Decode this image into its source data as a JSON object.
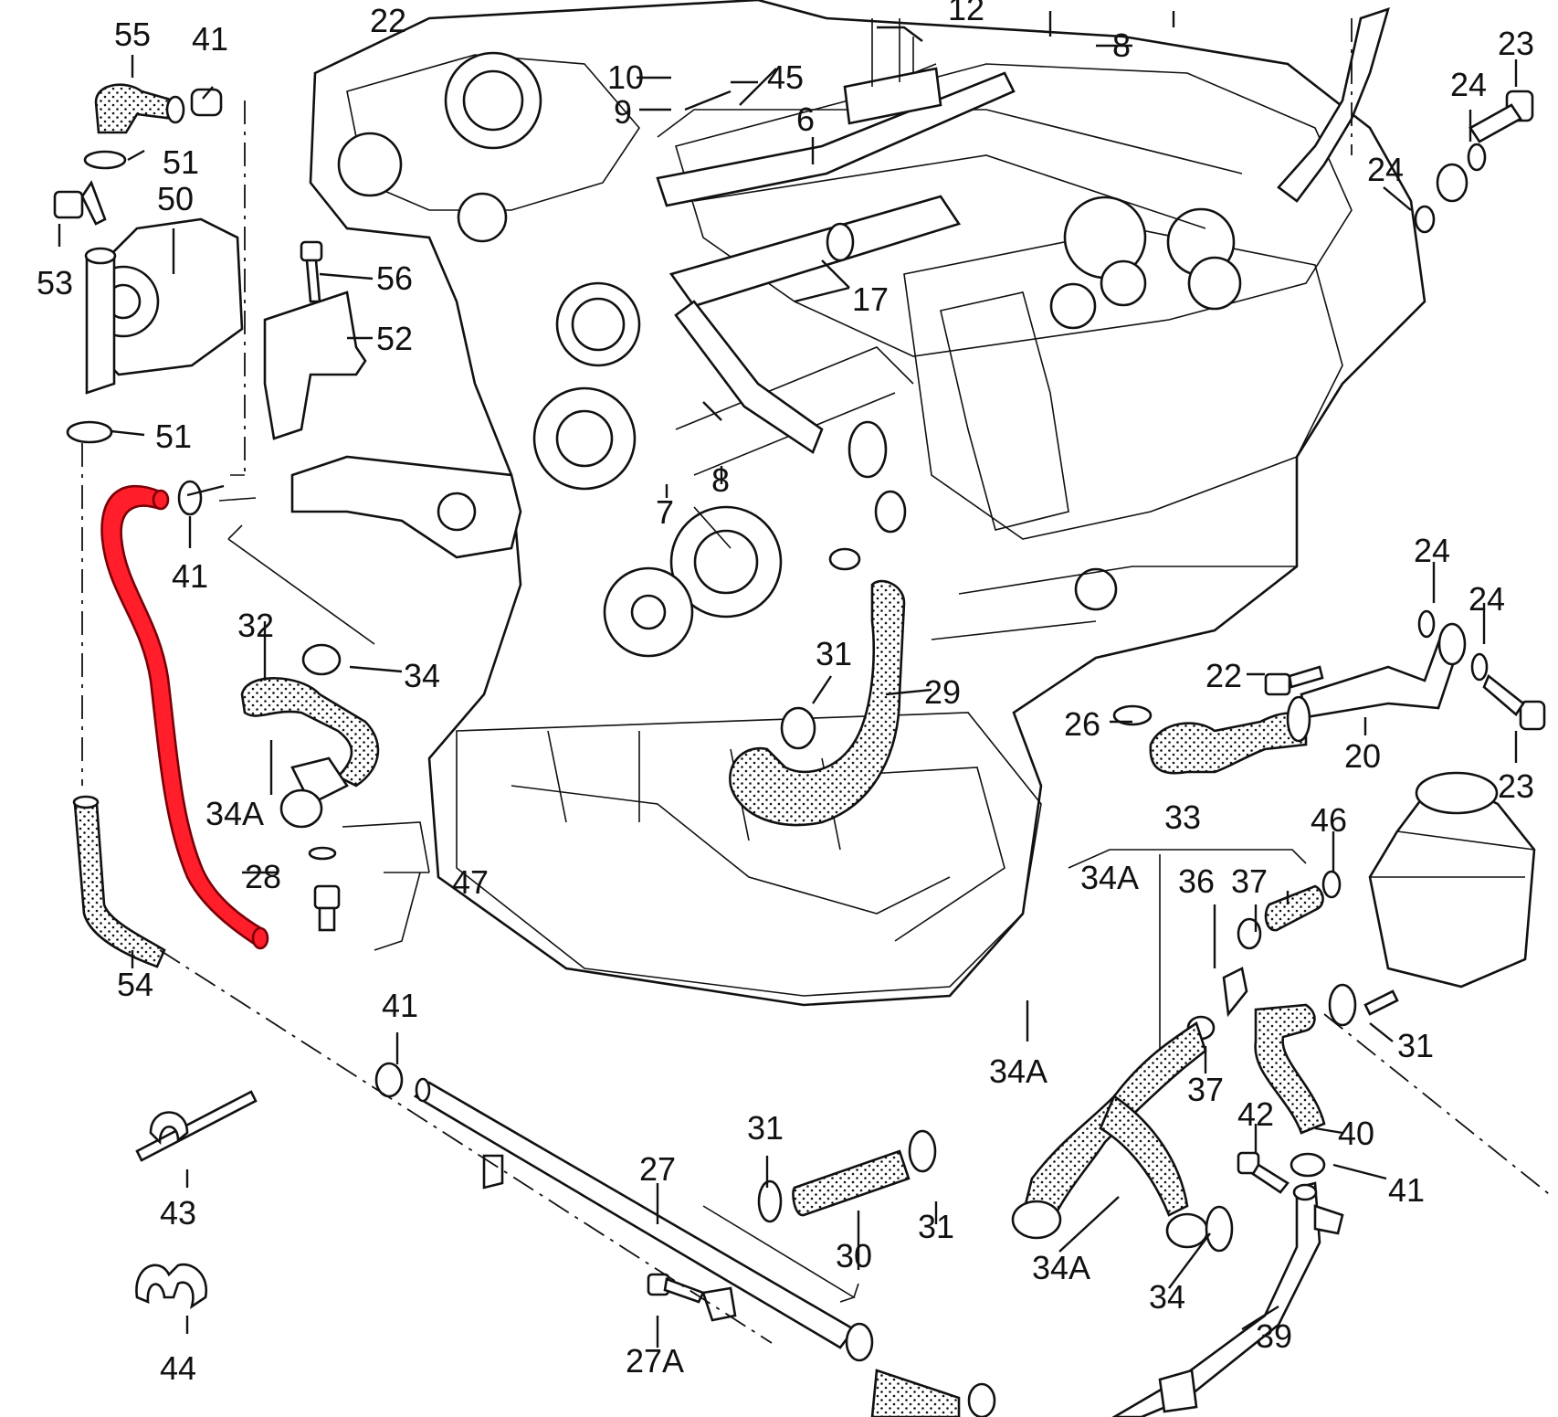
{
  "diagram": {
    "highlight_color": "#ff1e2a",
    "highlighted_part": "28",
    "labels": [
      {
        "key": "l22a",
        "text": "22"
      },
      {
        "key": "l12",
        "text": "12"
      },
      {
        "key": "l55",
        "text": "55"
      },
      {
        "key": "l41a",
        "text": "41"
      },
      {
        "key": "l10",
        "text": "10"
      },
      {
        "key": "l45",
        "text": "45"
      },
      {
        "key": "l8a",
        "text": "8"
      },
      {
        "key": "l23a",
        "text": "23"
      },
      {
        "key": "l9",
        "text": "9"
      },
      {
        "key": "l6",
        "text": "6"
      },
      {
        "key": "l24a",
        "text": "24"
      },
      {
        "key": "l51a",
        "text": "51"
      },
      {
        "key": "l50",
        "text": "50"
      },
      {
        "key": "l24b",
        "text": "24"
      },
      {
        "key": "l53",
        "text": "53"
      },
      {
        "key": "l56",
        "text": "56"
      },
      {
        "key": "l17",
        "text": "17"
      },
      {
        "key": "l52",
        "text": "52"
      },
      {
        "key": "l51b",
        "text": "51"
      },
      {
        "key": "l8b",
        "text": "8"
      },
      {
        "key": "l7",
        "text": "7"
      },
      {
        "key": "l41b",
        "text": "41"
      },
      {
        "key": "l24c",
        "text": "24"
      },
      {
        "key": "l24d",
        "text": "24"
      },
      {
        "key": "l32",
        "text": "32"
      },
      {
        "key": "l34a",
        "text": "34"
      },
      {
        "key": "l31a",
        "text": "31"
      },
      {
        "key": "l29",
        "text": "29"
      },
      {
        "key": "l22b",
        "text": "22"
      },
      {
        "key": "l26",
        "text": "26"
      },
      {
        "key": "l34A1",
        "text": "34A"
      },
      {
        "key": "l20",
        "text": "20"
      },
      {
        "key": "l23b",
        "text": "23"
      },
      {
        "key": "l28",
        "text": "28"
      },
      {
        "key": "l33",
        "text": "33"
      },
      {
        "key": "l46",
        "text": "46"
      },
      {
        "key": "l47",
        "text": "47"
      },
      {
        "key": "l34A2",
        "text": "34A"
      },
      {
        "key": "l36",
        "text": "36"
      },
      {
        "key": "l37a",
        "text": "37"
      },
      {
        "key": "l54",
        "text": "54"
      },
      {
        "key": "l41c",
        "text": "41"
      },
      {
        "key": "l31b",
        "text": "31"
      },
      {
        "key": "l34A3",
        "text": "34A"
      },
      {
        "key": "l37b",
        "text": "37"
      },
      {
        "key": "l42",
        "text": "42"
      },
      {
        "key": "l40",
        "text": "40"
      },
      {
        "key": "l41d",
        "text": "41"
      },
      {
        "key": "l31c",
        "text": "31"
      },
      {
        "key": "l43",
        "text": "43"
      },
      {
        "key": "l27",
        "text": "27"
      },
      {
        "key": "l31d",
        "text": "31"
      },
      {
        "key": "l30",
        "text": "30"
      },
      {
        "key": "l34A4",
        "text": "34A"
      },
      {
        "key": "l34b",
        "text": "34"
      },
      {
        "key": "l39",
        "text": "39"
      },
      {
        "key": "l44",
        "text": "44"
      },
      {
        "key": "l27A",
        "text": "27A"
      }
    ]
  }
}
